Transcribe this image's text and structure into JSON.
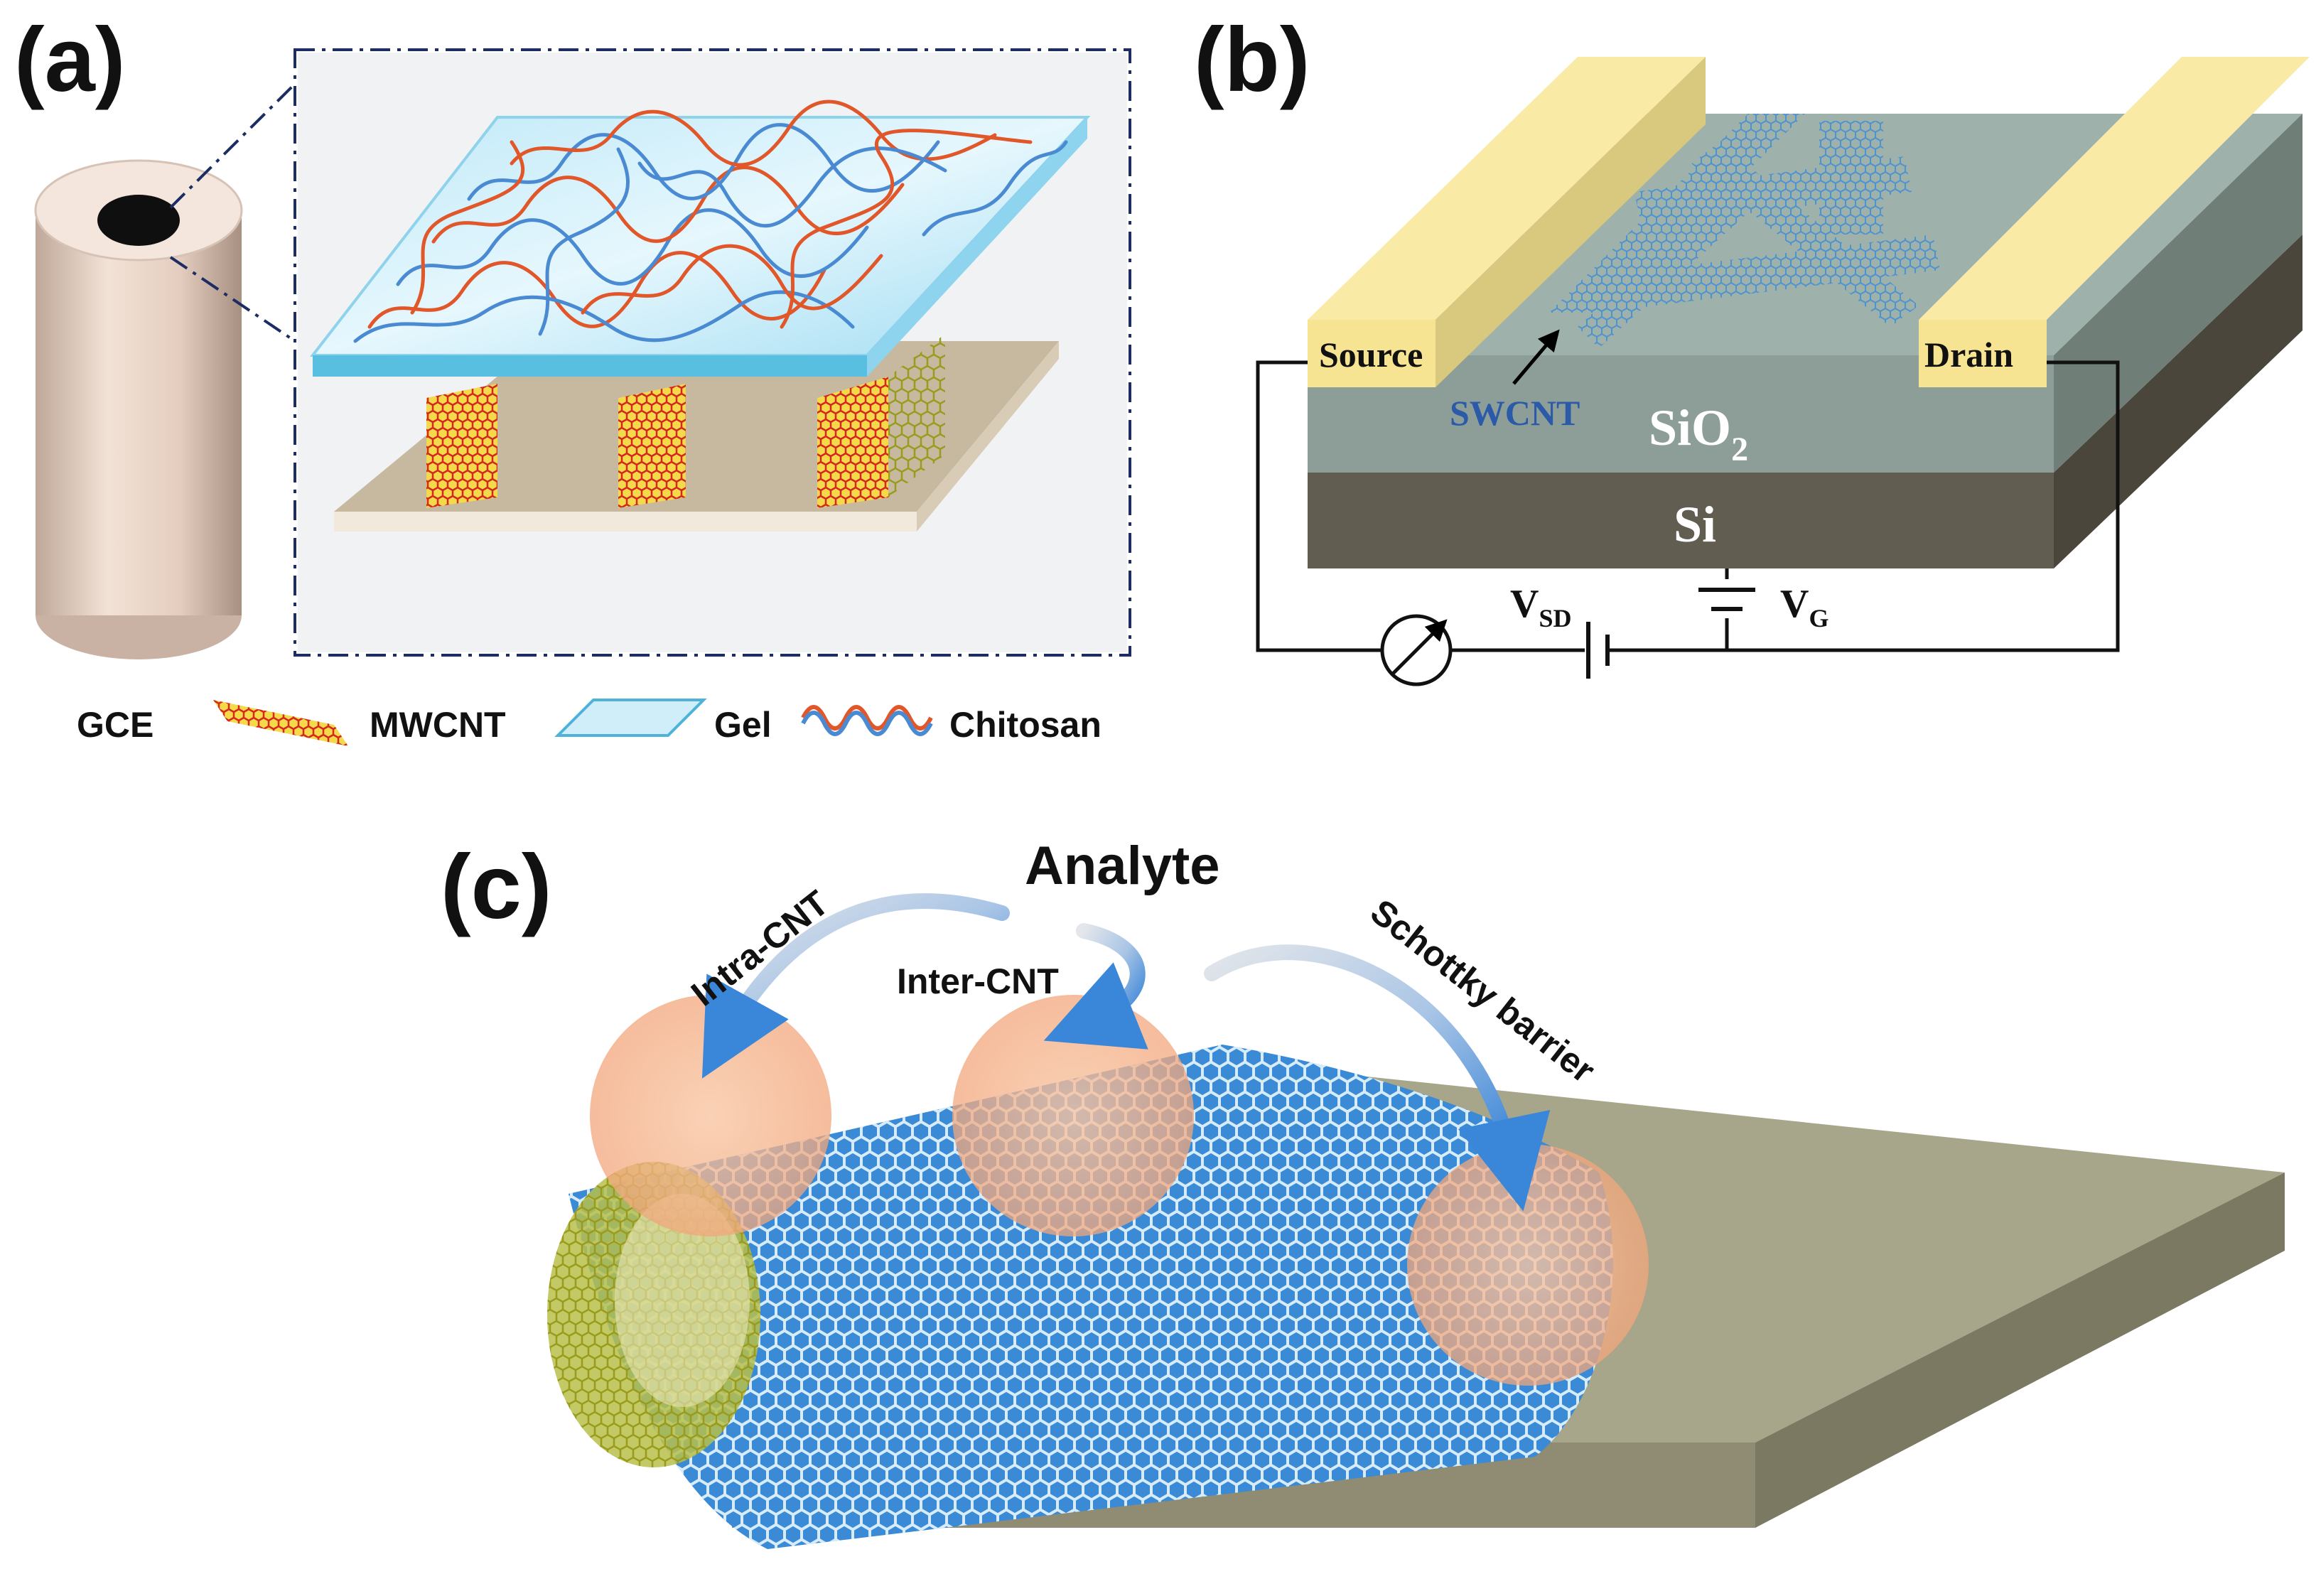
{
  "panel_a": {
    "label": "(a)",
    "legend": {
      "gce": "GCE",
      "mwcnt": "MWCNT",
      "gel": "Gel",
      "chitosan": "Chitosan"
    }
  },
  "panel_b": {
    "label": "(b)",
    "source": "Source",
    "drain": "Drain",
    "swcnt": "SWCNT",
    "sio2_main": "SiO",
    "sio2_sub": "2",
    "si": "Si",
    "vsd_main": "V",
    "vsd_sub": "SD",
    "vg_main": "V",
    "vg_sub": "G"
  },
  "panel_c": {
    "label": "(c)",
    "analyte": "Analyte",
    "intra": "Intra-CNT",
    "inter": "Inter-CNT",
    "schottky": "Schottky barrier"
  },
  "colors": {
    "electrode_gold": "#f9eba6",
    "sio2": "#8d9e98",
    "si": "#5f5a4f",
    "cnt_blue": "#3c86c8",
    "chitosan_red": "#e1572a",
    "highlight_peach": "#f6b88f",
    "arrow_blue": "#3e84d3"
  }
}
